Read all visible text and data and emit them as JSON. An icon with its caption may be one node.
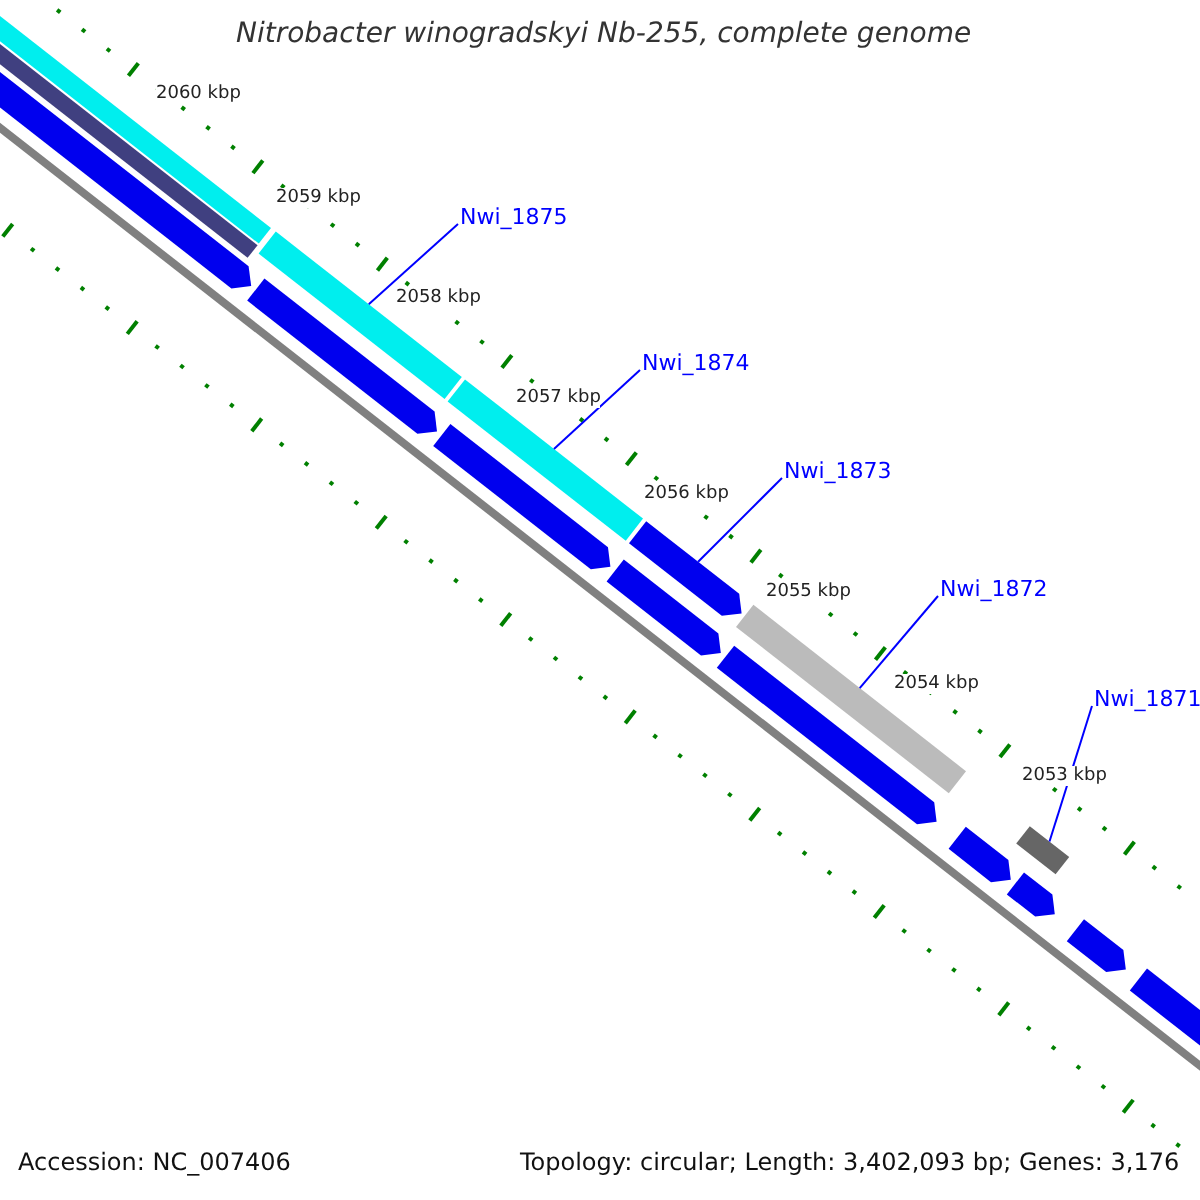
{
  "diagram": {
    "title": "Nitrobacter winogradskyi Nb-255, complete genome",
    "nodes": [
      {
        "text": [
          "Nwi_1875"
        ]
      },
      {
        "text": [
          "Nwi_1874"
        ]
      },
      {
        "text": [
          "Nwi_1873"
        ]
      },
      {
        "text": [
          "Nwi_1872"
        ]
      },
      {
        "text": [
          "Nwi_1871"
        ]
      },
      {
        "text": [],
        "shape": "box"
      },
      {
        "text": [],
        "shape": "box"
      },
      {
        "text": [],
        "shape": "arrow"
      },
      {
        "text": [],
        "shape": "box"
      },
      {
        "text": [],
        "shape": "box"
      },
      {
        "text": [],
        "shape": "box"
      },
      {
        "text": [],
        "shape": "box"
      },
      {
        "text": [],
        "shape": "arrow"
      },
      {
        "text": [],
        "shape": "arrow"
      },
      {
        "text": [],
        "shape": "arrow"
      },
      {
        "text": [],
        "shape": "arrow"
      },
      {
        "text": [],
        "shape": "arrow"
      },
      {
        "text": [],
        "shape": "arrow"
      },
      {
        "text": [],
        "shape": "arrow"
      },
      {
        "text": [],
        "shape": "arrow"
      },
      {
        "text": [],
        "shape": "arrow"
      }
    ],
    "edges": [
      {
        "from": 0,
        "to": 5,
        "arrow": "none"
      },
      {
        "from": 1,
        "to": 6,
        "arrow": "none"
      },
      {
        "from": 2,
        "to": 7,
        "arrow": "none"
      },
      {
        "from": 3,
        "to": 8,
        "arrow": "none"
      },
      {
        "from": 4,
        "to": 9,
        "arrow": "none"
      }
    ],
    "labels": [
      "2060 kbp",
      "2059 kbp",
      "2058 kbp",
      "2057 kbp",
      "2056 kbp",
      "2055 kbp",
      "2054 kbp",
      "2053 kbp",
      "Accession: NC_007406",
      "Topology: circular; Length: 3,402,093 bp; Genes: 3,176"
    ]
  }
}
